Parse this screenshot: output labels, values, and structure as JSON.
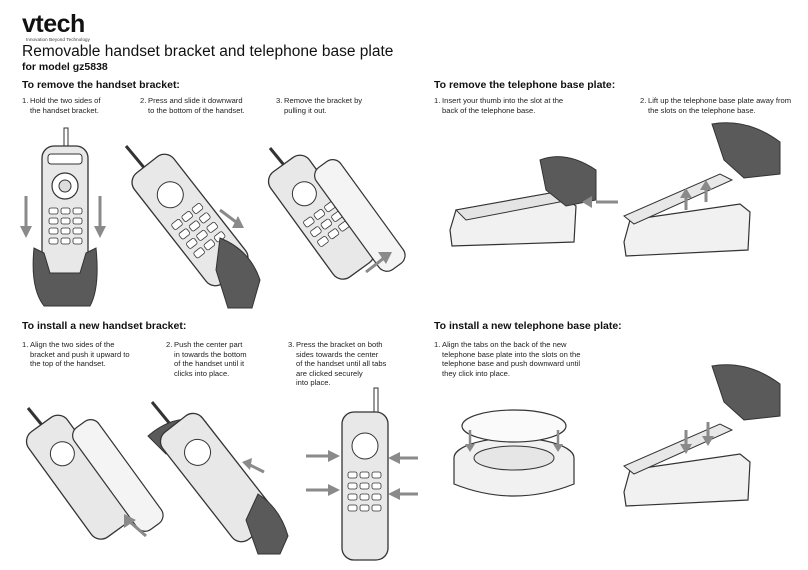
{
  "brand": {
    "logo_text": "vtech",
    "tagline": "Innovation Beyond Technology"
  },
  "title": "Removable handset bracket and telephone base plate",
  "subtitle": "for model gz5838",
  "sections": {
    "remove_bracket": {
      "heading": "To remove the handset bracket:",
      "steps": [
        {
          "num": "1.",
          "text": "Hold the two sides of\nthe  handset bracket."
        },
        {
          "num": "2.",
          "text": "Press and slide it downward\nto the bottom of the handset."
        },
        {
          "num": "3.",
          "text": "Remove the bracket by\npulling it out."
        }
      ]
    },
    "remove_plate": {
      "heading": "To remove the telephone base plate:",
      "steps": [
        {
          "num": "1.",
          "text": "Insert your thumb into the slot at the\nback of the telephone base."
        },
        {
          "num": "2.",
          "text": "Lift up the telephone base plate away from\nthe slots on the telephone base."
        }
      ]
    },
    "install_bracket": {
      "heading": "To install a new handset bracket:",
      "steps": [
        {
          "num": "1.",
          "text": "Align the two sides of the\nbracket and push it upward to\nthe top of the handset."
        },
        {
          "num": "2.",
          "text": "Push the center part\nin towards the bottom\nof the  handset until it\nclicks into place."
        },
        {
          "num": "3.",
          "text": "Press the bracket on both\nsides towards the center\nof the handset until all tabs\nare clicked securely\ninto place."
        }
      ]
    },
    "install_plate": {
      "heading": "To install a new telephone base plate:",
      "steps": [
        {
          "num": "1.",
          "text": "Align the tabs on the back of the new\ntelephone base plate into the slots on the\ntelephone base and push downward until\nthey click into place."
        }
      ]
    }
  },
  "colors": {
    "hand": "#5a5a5a",
    "handset": "#e8e8e8",
    "outline": "#333333",
    "arrow": "#8a8a8a"
  }
}
